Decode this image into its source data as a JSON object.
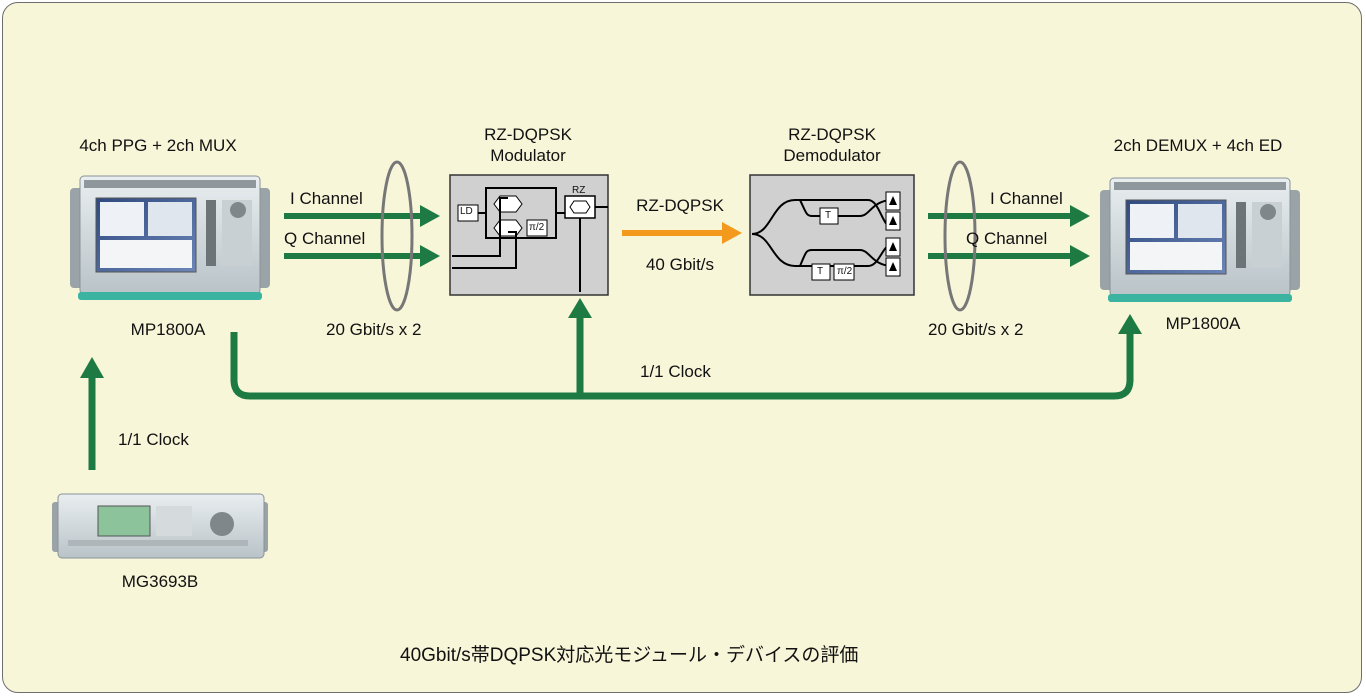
{
  "colors": {
    "background": "#f8f6d9",
    "arrow_green": "#1d7a43",
    "arrow_orange": "#f39a1e",
    "block_gray": "#d0d0d0"
  },
  "instruments": {
    "left": {
      "title": "4ch PPG + 2ch MUX",
      "model": "MP1800A"
    },
    "right": {
      "title": "2ch DEMUX + 4ch ED",
      "model": "MP1800A"
    },
    "clock_source": {
      "model": "MG3693B"
    }
  },
  "modulator": {
    "title_line1": "RZ-DQPSK",
    "title_line2": "Modulator",
    "ld_label": "LD",
    "phase_label": "π/2",
    "rz_label": "RZ"
  },
  "demodulator": {
    "title_line1": "RZ-DQPSK",
    "title_line2": "Demodulator",
    "delay_label_1": "T",
    "delay_label_2": "T",
    "phase_label": "π/2"
  },
  "signals": {
    "left_i": "I Channel",
    "left_q": "Q Channel",
    "left_rate": "20 Gbit/s x 2",
    "optical": "RZ-DQPSK",
    "optical_rate": "40 Gbit/s",
    "right_i": "I Channel",
    "right_q": "Q Channel",
    "right_rate": "20 Gbit/s x 2",
    "clock_main": "1/1 Clock",
    "clock_source": "1/1 Clock"
  },
  "caption": "40Gbit/s帯DQPSK対応光モジュール・デバイスの評価"
}
